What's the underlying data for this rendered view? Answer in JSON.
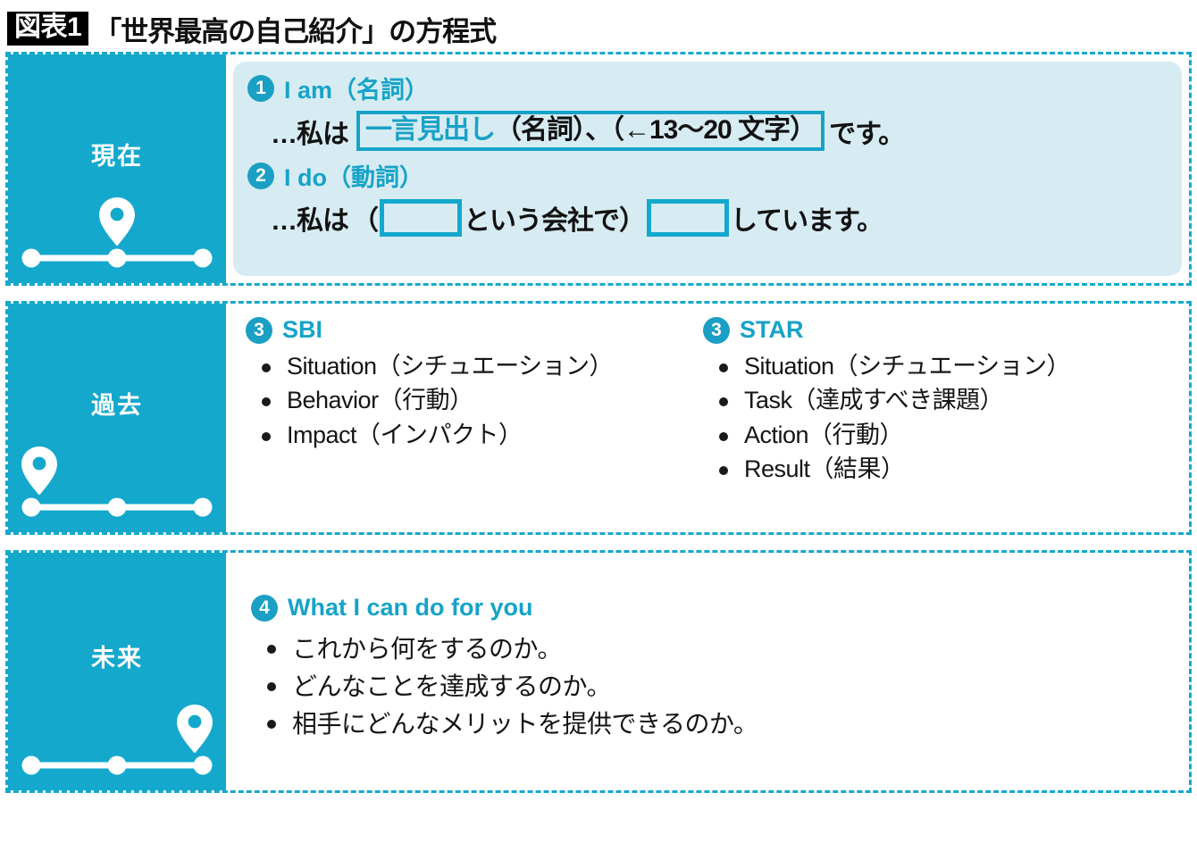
{
  "header": {
    "figure_badge": "図表1",
    "title": "「世界最高の自己紹介」の方程式"
  },
  "colors": {
    "accent_cyan": "#14a8cd",
    "heading_cyan": "#16a3c8",
    "tint_panel": "#d7ecf2",
    "text_black": "#121212",
    "badge_black": "#000000"
  },
  "panels": [
    {
      "era": "現在",
      "pin_position": "center",
      "timeline_dots": 3,
      "items": [
        {
          "number": "❶",
          "badge": "1",
          "heading": "I am（名詞）",
          "sentence": {
            "lead": "…私は",
            "boxed_highlight": "一言見出し",
            "boxed_rest": "（名詞）、（←13〜20 文字）",
            "tail": "です。"
          }
        },
        {
          "number": "❷",
          "badge": "2",
          "heading": "I do（動詞）",
          "sentence2": {
            "lead": "…私は",
            "open_paren": "（",
            "blank1": "",
            "mid": "という会社で）",
            "blank2": "",
            "tail": "しています。"
          }
        }
      ]
    },
    {
      "era": "過去",
      "pin_position": "left",
      "timeline_dots": 3,
      "columns": [
        {
          "badge": "3",
          "heading": "SBI",
          "bullets": [
            "Situation（シチュエーション）",
            "Behavior（行動）",
            "Impact（インパクト）"
          ]
        },
        {
          "badge": "3",
          "heading": "STAR",
          "bullets": [
            "Situation（シチュエーション）",
            "Task（達成すべき課題）",
            "Action（行動）",
            "Result（結果）"
          ]
        }
      ]
    },
    {
      "era": "未来",
      "pin_position": "right",
      "timeline_dots": 3,
      "badge": "4",
      "heading": "What I can do for you",
      "bullets": [
        "これから何をするのか。",
        "どんなことを達成するのか。",
        "相手にどんなメリットを提供できるのか。"
      ]
    }
  ],
  "icons": {
    "map_pin": "map-pin-icon"
  }
}
